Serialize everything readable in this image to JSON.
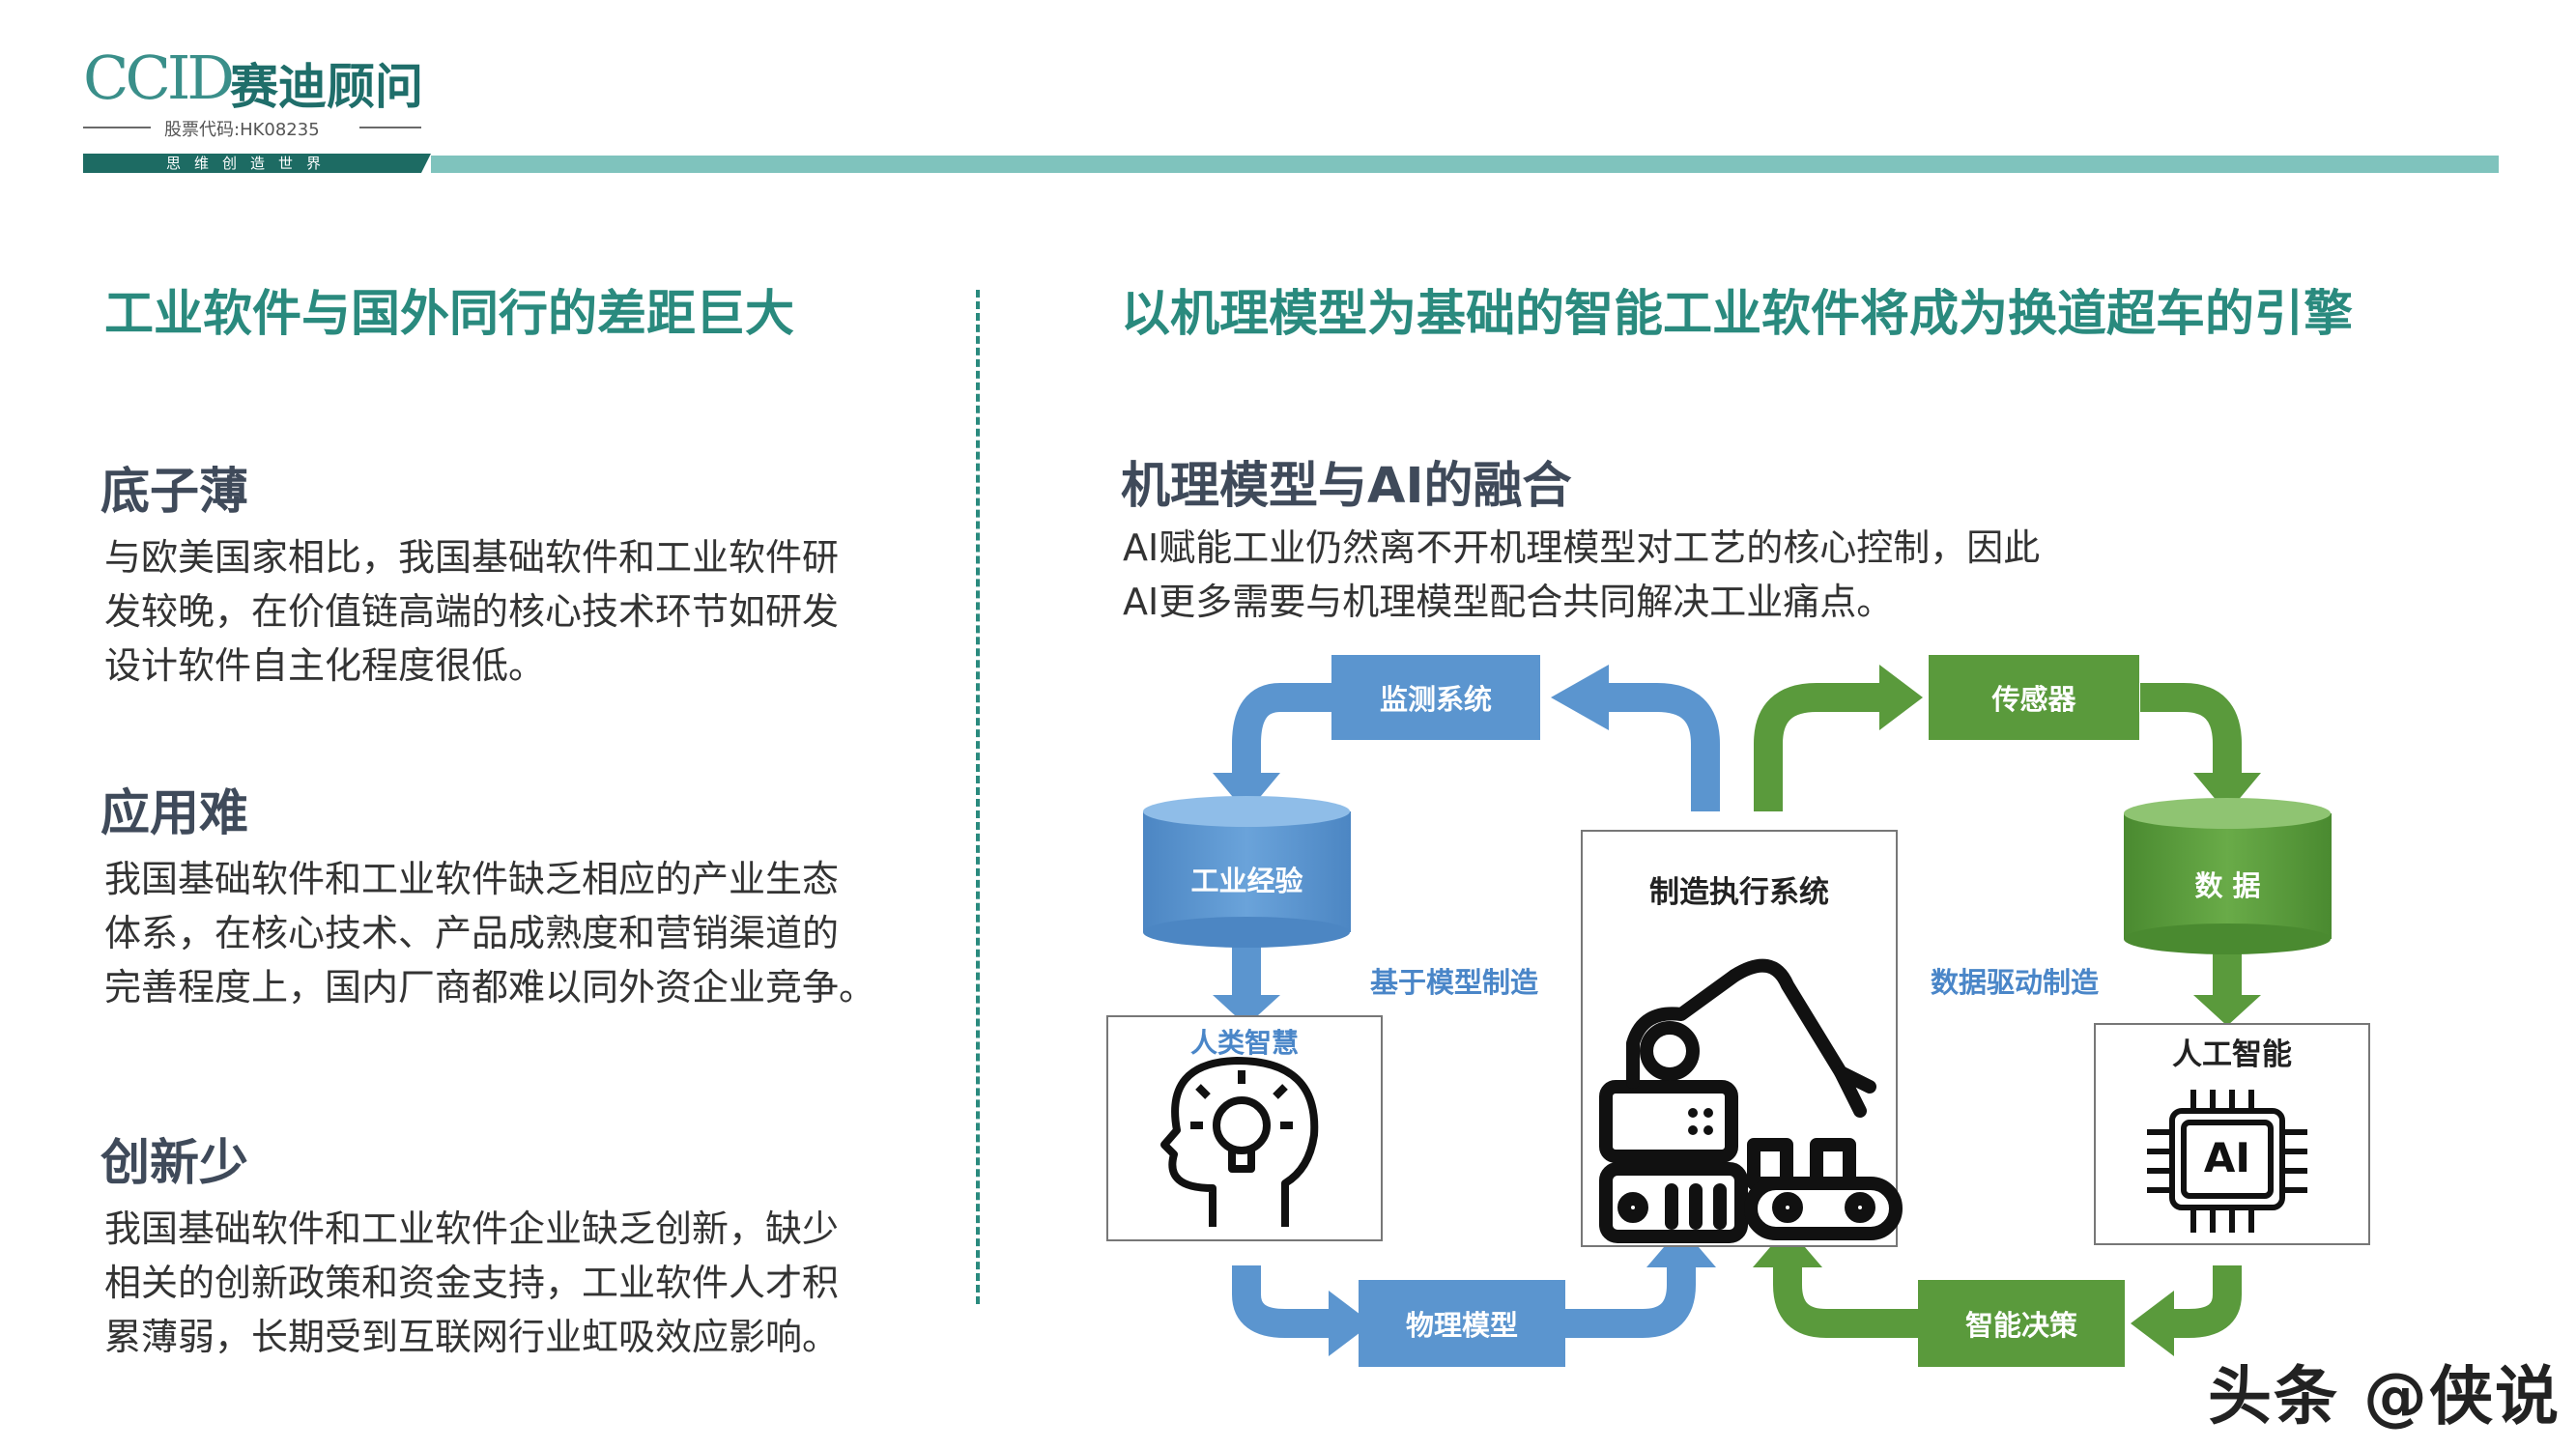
{
  "logo": {
    "mark": "CCID",
    "name": "赛迪顾问",
    "code": "股票代码:HK08235",
    "slogan": "思维创造世界"
  },
  "left": {
    "title": "工业软件与国外同行的差距巨大",
    "sections": [
      {
        "heading": "底子薄",
        "lines": [
          "与欧美国家相比，我国基础软件和工业软件研",
          "发较晚，在价值链高端的核心技术环节如研发",
          "设计软件自主化程度很低。"
        ]
      },
      {
        "heading": "应用难",
        "lines": [
          "我国基础软件和工业软件缺乏相应的产业生态",
          "体系，在核心技术、产品成熟度和营销渠道的",
          "完善程度上，国内厂商都难以同外资企业竞争。"
        ]
      },
      {
        "heading": "创新少",
        "lines": [
          "我国基础软件和工业软件企业缺乏创新，缺少",
          "相关的创新政策和资金支持，工业软件人才积",
          "累薄弱，长期受到互联网行业虹吸效应影响。"
        ]
      }
    ]
  },
  "right": {
    "title": "以机理模型为基础的智能工业软件将成为换道超车的引擎",
    "heading": "机理模型与AI的融合",
    "lines": [
      "AI赋能工业仍然离不开机理模型对工艺的核心控制，因此",
      "AI更多需要与机理模型配合共同解决工业痛点。"
    ]
  },
  "diagram": {
    "monitor": "监测系统",
    "sensor": "传感器",
    "experience": "工业经验",
    "data": "数 据",
    "model_based": "基于模型制造",
    "data_driven": "数据驱动制造",
    "human_wisdom": "人类智慧",
    "mes": "制造执行系统",
    "ai": "人工智能",
    "ai_chip": "AI",
    "physical_model": "物理模型",
    "decision": "智能决策",
    "colors": {
      "blue": "#5b95cf",
      "blue_text": "#4a86c8",
      "green": "#5a9a3c",
      "green_text": "#4a8f30"
    }
  },
  "watermark": "头条 @侠说"
}
